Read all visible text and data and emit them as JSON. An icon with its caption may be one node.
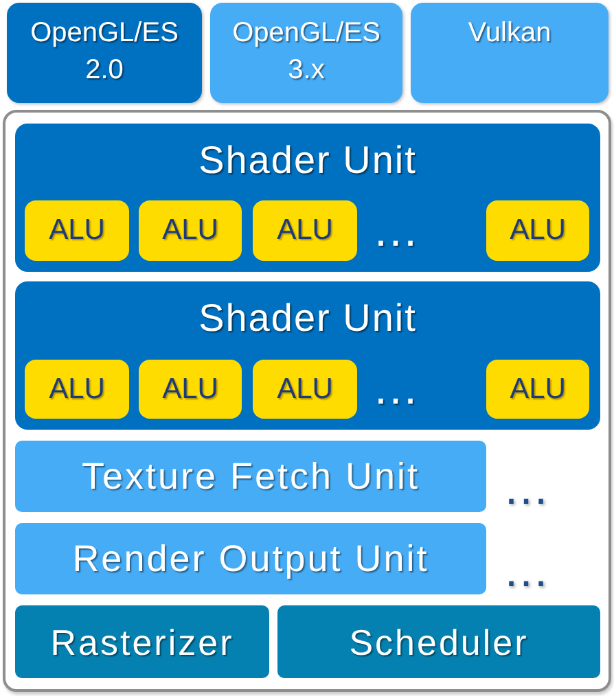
{
  "diagram": {
    "nodes": [
      {
        "text": [
          "OpenGL/ES 2.0"
        ]
      },
      {
        "text": [
          "OpenGL/ES 3.x"
        ]
      },
      {
        "text": [
          "Vulkan"
        ]
      },
      {
        "text": [],
        "shape": "box"
      },
      {
        "text": [
          "Shader Unit",
          "…"
        ],
        "in": 3
      },
      {
        "text": [
          "ALU"
        ],
        "in": 4
      },
      {
        "text": [
          "ALU"
        ],
        "in": 4
      },
      {
        "text": [
          "ALU"
        ],
        "in": 4
      },
      {
        "text": [
          "ALU"
        ],
        "in": 4
      },
      {
        "text": [
          "Shader Unit",
          "…"
        ],
        "in": 3
      },
      {
        "text": [
          "ALU"
        ],
        "in": 9
      },
      {
        "text": [
          "ALU"
        ],
        "in": 9
      },
      {
        "text": [
          "ALU"
        ],
        "in": 9
      },
      {
        "text": [
          "ALU"
        ],
        "in": 9
      },
      {
        "text": [
          "Texture Fetch Unit"
        ],
        "in": 3,
        "beside": [
          "…"
        ]
      },
      {
        "text": [
          "Render Output Unit"
        ],
        "in": 3,
        "beside": [
          "…"
        ]
      },
      {
        "text": [
          "Rasterizer"
        ],
        "in": 3
      },
      {
        "text": [
          "Scheduler"
        ],
        "in": 3
      }
    ]
  }
}
